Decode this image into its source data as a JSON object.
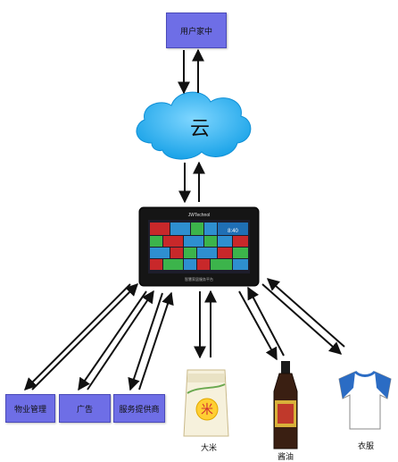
{
  "nodes": {
    "home": "用户家中",
    "cloud": "云",
    "property": "物业管理",
    "ads": "广告",
    "service": "服务提供商"
  },
  "products": {
    "rice": "大米",
    "rice_glyph": "米",
    "soy": "酱油",
    "clothes": "衣服"
  },
  "device": {
    "brand": "JWTechnol",
    "footer": "智慧家居服务平台",
    "clock": "8:40"
  },
  "colors": {
    "box": "#6e6ee6",
    "cloud": "#29b2f0",
    "arrow": "#111111"
  }
}
